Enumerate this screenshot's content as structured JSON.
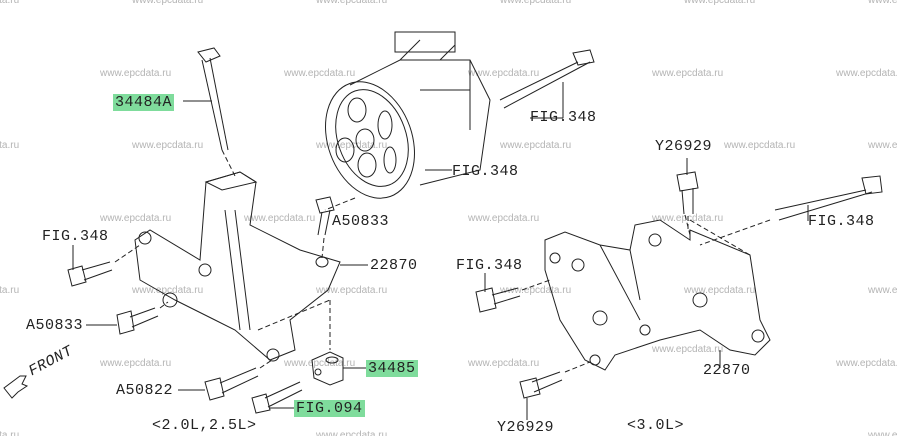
{
  "watermark": "www.epcdata.ru",
  "labels": {
    "p34484a": "34484A",
    "fig348_top": "FIG.348",
    "fig348_pump": "FIG.348",
    "a50833_top": "A50833",
    "p22870_left": "22870",
    "fig348_left": "FIG.348",
    "a50833_left": "A50833",
    "p34485": "34485",
    "a50822": "A50822",
    "fig094": "FIG.094",
    "variant_left": "<2.0L,2.5L>",
    "front": "FRONT",
    "y26929_top": "Y26929",
    "fig348_right": "FIG.348",
    "fig348_mid": "FIG.348",
    "p22870_right": "22870",
    "y26929_bottom": "Y26929",
    "variant_right": "<3.0L>"
  },
  "highlight_color": "#7fdc9c"
}
